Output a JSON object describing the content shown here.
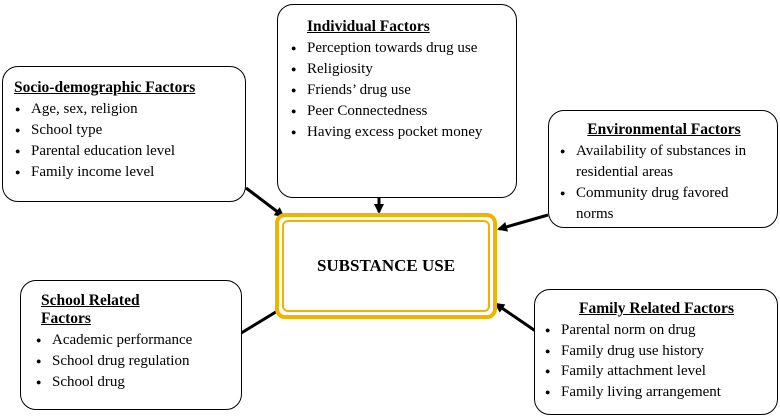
{
  "center": {
    "label": "SUBSTANCE USE"
  },
  "boxes": {
    "socio": {
      "title": "Socio-demographic Factors",
      "items": [
        "Age, sex, religion",
        "School type",
        "Parental education level",
        "Family income level"
      ]
    },
    "individual": {
      "title": "Individual Factors",
      "items": [
        "Perception towards drug use",
        "Religiosity",
        "Friends’ drug use",
        "Peer Connectedness",
        "Having excess pocket money"
      ]
    },
    "environmental": {
      "title": "Environmental Factors",
      "items": [
        "Availability of substances in residential areas",
        "Community drug favored norms"
      ]
    },
    "school": {
      "title": "School Related Factors",
      "items": [
        "Academic performance",
        "School drug regulation",
        "School drug"
      ]
    },
    "family": {
      "title": "Family Related Factors",
      "items": [
        "Parental norm on drug",
        "Family drug use history",
        "Family attachment level",
        "Family living arrangement"
      ]
    }
  },
  "colors": {
    "center_border": "#f0b400",
    "box_border": "#000000"
  }
}
